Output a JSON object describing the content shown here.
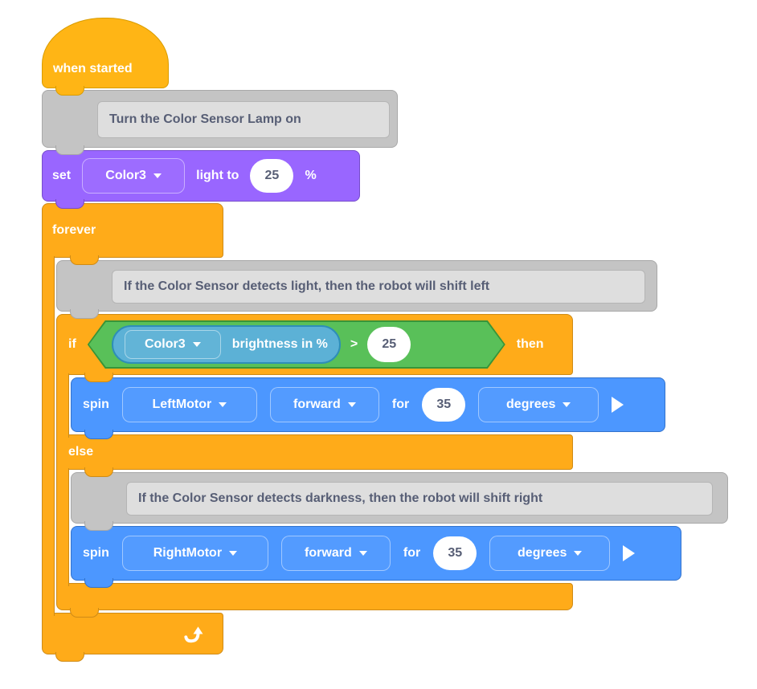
{
  "colors": {
    "events_yellow": "#FFB515",
    "control_orange": "#FFAB19",
    "motion_blue": "#4C97FF",
    "looks_purple": "#9966FF",
    "operators_green": "#59C059",
    "sensing_blue": "#5CB1D6",
    "comment_gray": "#C4C4C4",
    "comment_inner_gray": "#DEDEDE",
    "label_white": "#FFFFFF",
    "value_text_dark": "#575E75"
  },
  "icons": {
    "dropdown_caret": "triangle-down",
    "play": "triangle-right",
    "loop": "curved-repeat-arrow"
  },
  "script": {
    "when_started": {
      "label": "when started"
    },
    "comment_lamp": {
      "text": "Turn the Color Sensor Lamp on"
    },
    "set_light": {
      "verb": "set",
      "device": "Color3",
      "property": "light to",
      "value": "25",
      "unit": "%"
    },
    "forever": {
      "label": "forever"
    },
    "comment_light": {
      "text": "If the Color Sensor detects light, then the robot will shift left"
    },
    "if_else": {
      "if_label": "if",
      "then_label": "then",
      "else_label": "else",
      "condition": {
        "device": "Color3",
        "sensor": "brightness in %",
        "operator": ">",
        "value": "25"
      }
    },
    "spin_left": {
      "verb": "spin",
      "motor": "LeftMotor",
      "direction": "forward",
      "for_label": "for",
      "value": "35",
      "unit": "degrees"
    },
    "comment_dark": {
      "text": "If the Color Sensor detects darkness, then the robot will shift right"
    },
    "spin_right": {
      "verb": "spin",
      "motor": "RightMotor",
      "direction": "forward",
      "for_label": "for",
      "value": "35",
      "unit": "degrees"
    }
  }
}
